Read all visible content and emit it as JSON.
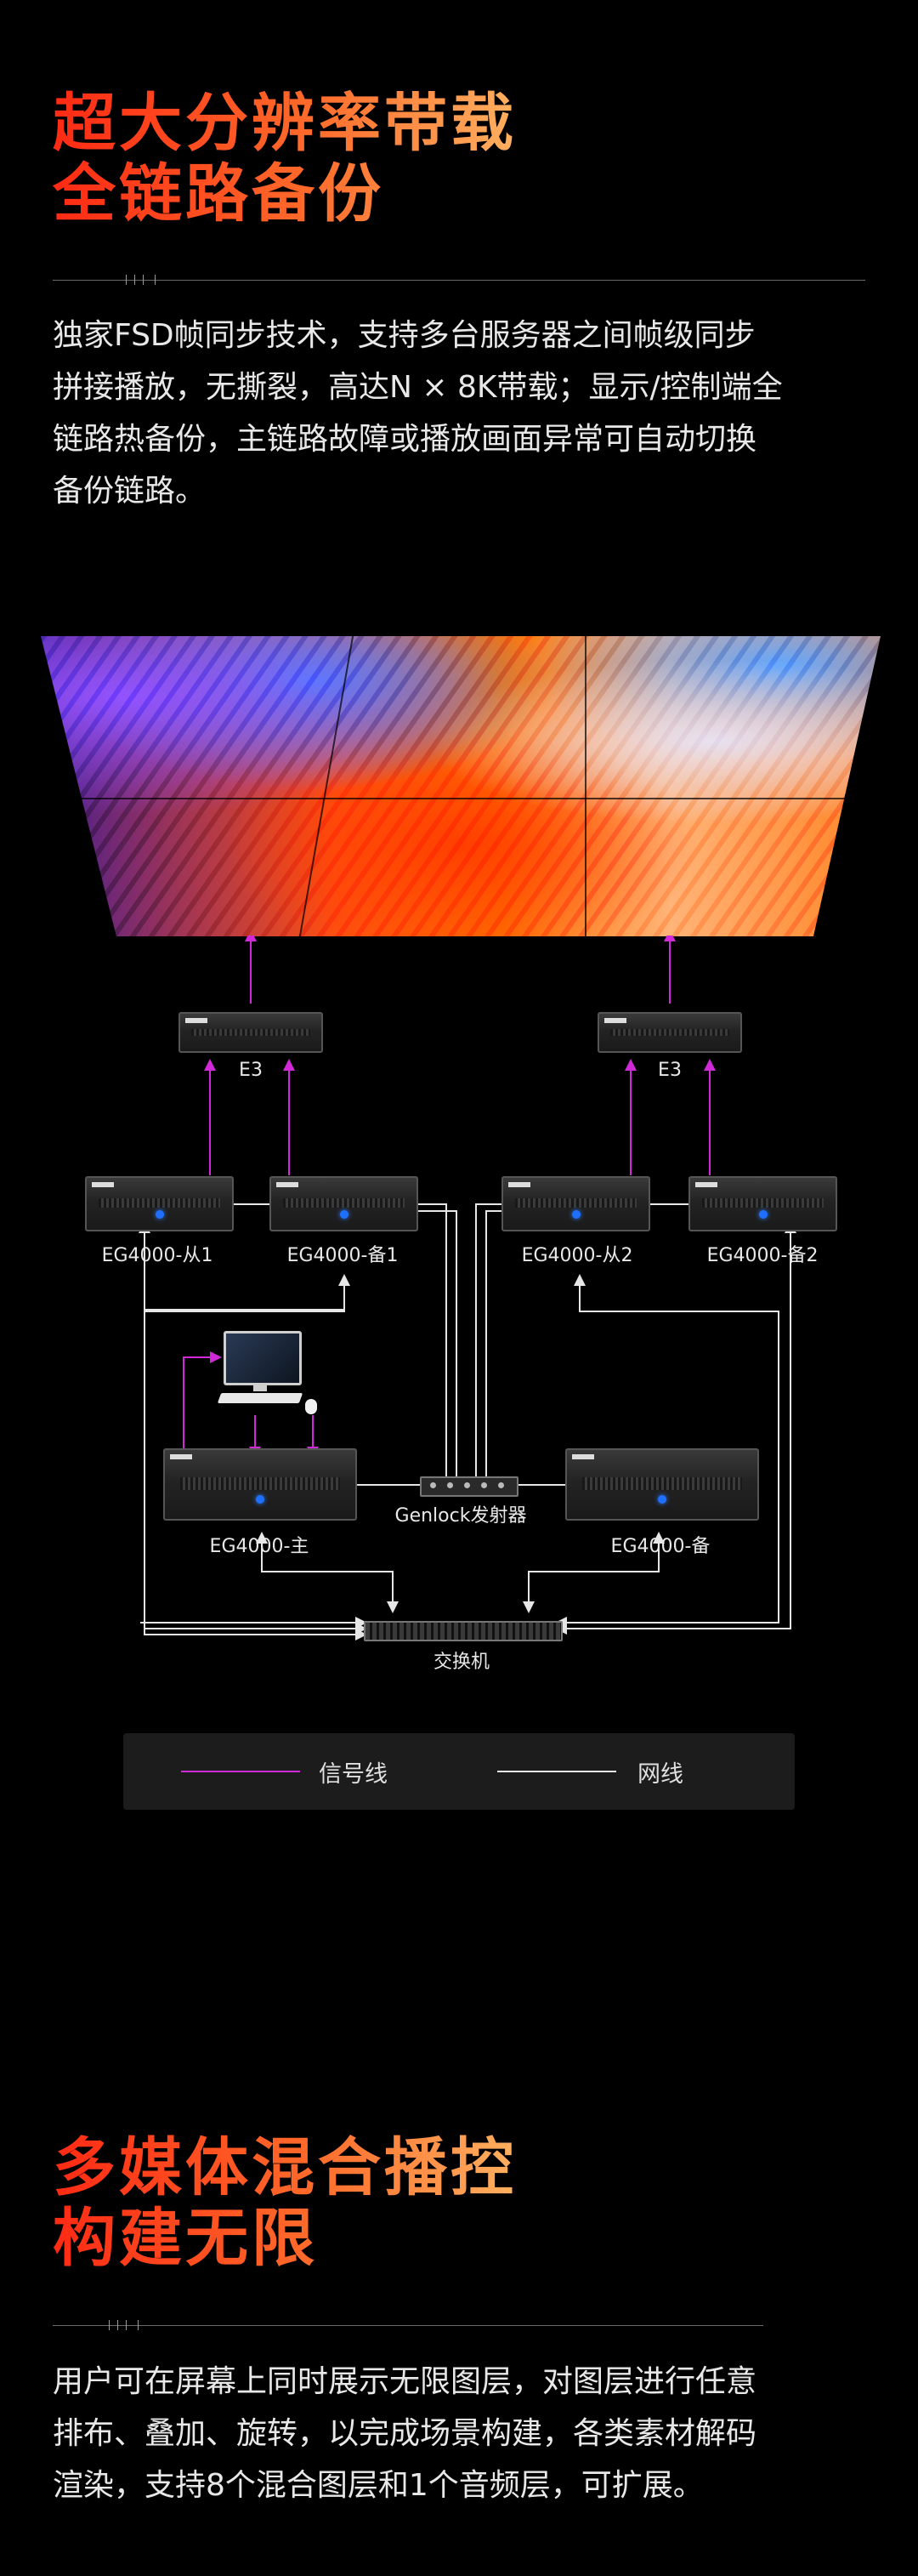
{
  "section1": {
    "title_line1": "超大分辨率带载",
    "title_line2": "全链路备份",
    "paragraph": "独家FSD帧同步技术，支持多台服务器之间帧级同步拼接播放，无撕裂，高达N × 8K带载；显示/控制端全链路热备份，主链路故障或播放画面异常可自动切换备份链路。"
  },
  "diagram": {
    "labels": {
      "e3_left": "E3",
      "e3_right": "E3",
      "slave1": "EG4000-从1",
      "backup1": "EG4000-备1",
      "slave2": "EG4000-从2",
      "backup2": "EG4000-备2",
      "main": "EG4000-主",
      "backup": "EG4000-备",
      "genlock": "Genlock发射器",
      "switch": "交换机"
    },
    "legend": {
      "signal_line": "信号线",
      "network_line": "网线"
    },
    "colors": {
      "signal": "#d02ad8",
      "network": "#e6e6e6"
    }
  },
  "section2": {
    "title_line1": "多媒体混合播控",
    "title_line2": "构建无限",
    "paragraph": "用户可在屏幕上同时展示无限图层，对图层进行任意排布、叠加、旋转，以完成场景构建，各类素材解码渲染，支持8个混合图层和1个音频层，可扩展。"
  }
}
